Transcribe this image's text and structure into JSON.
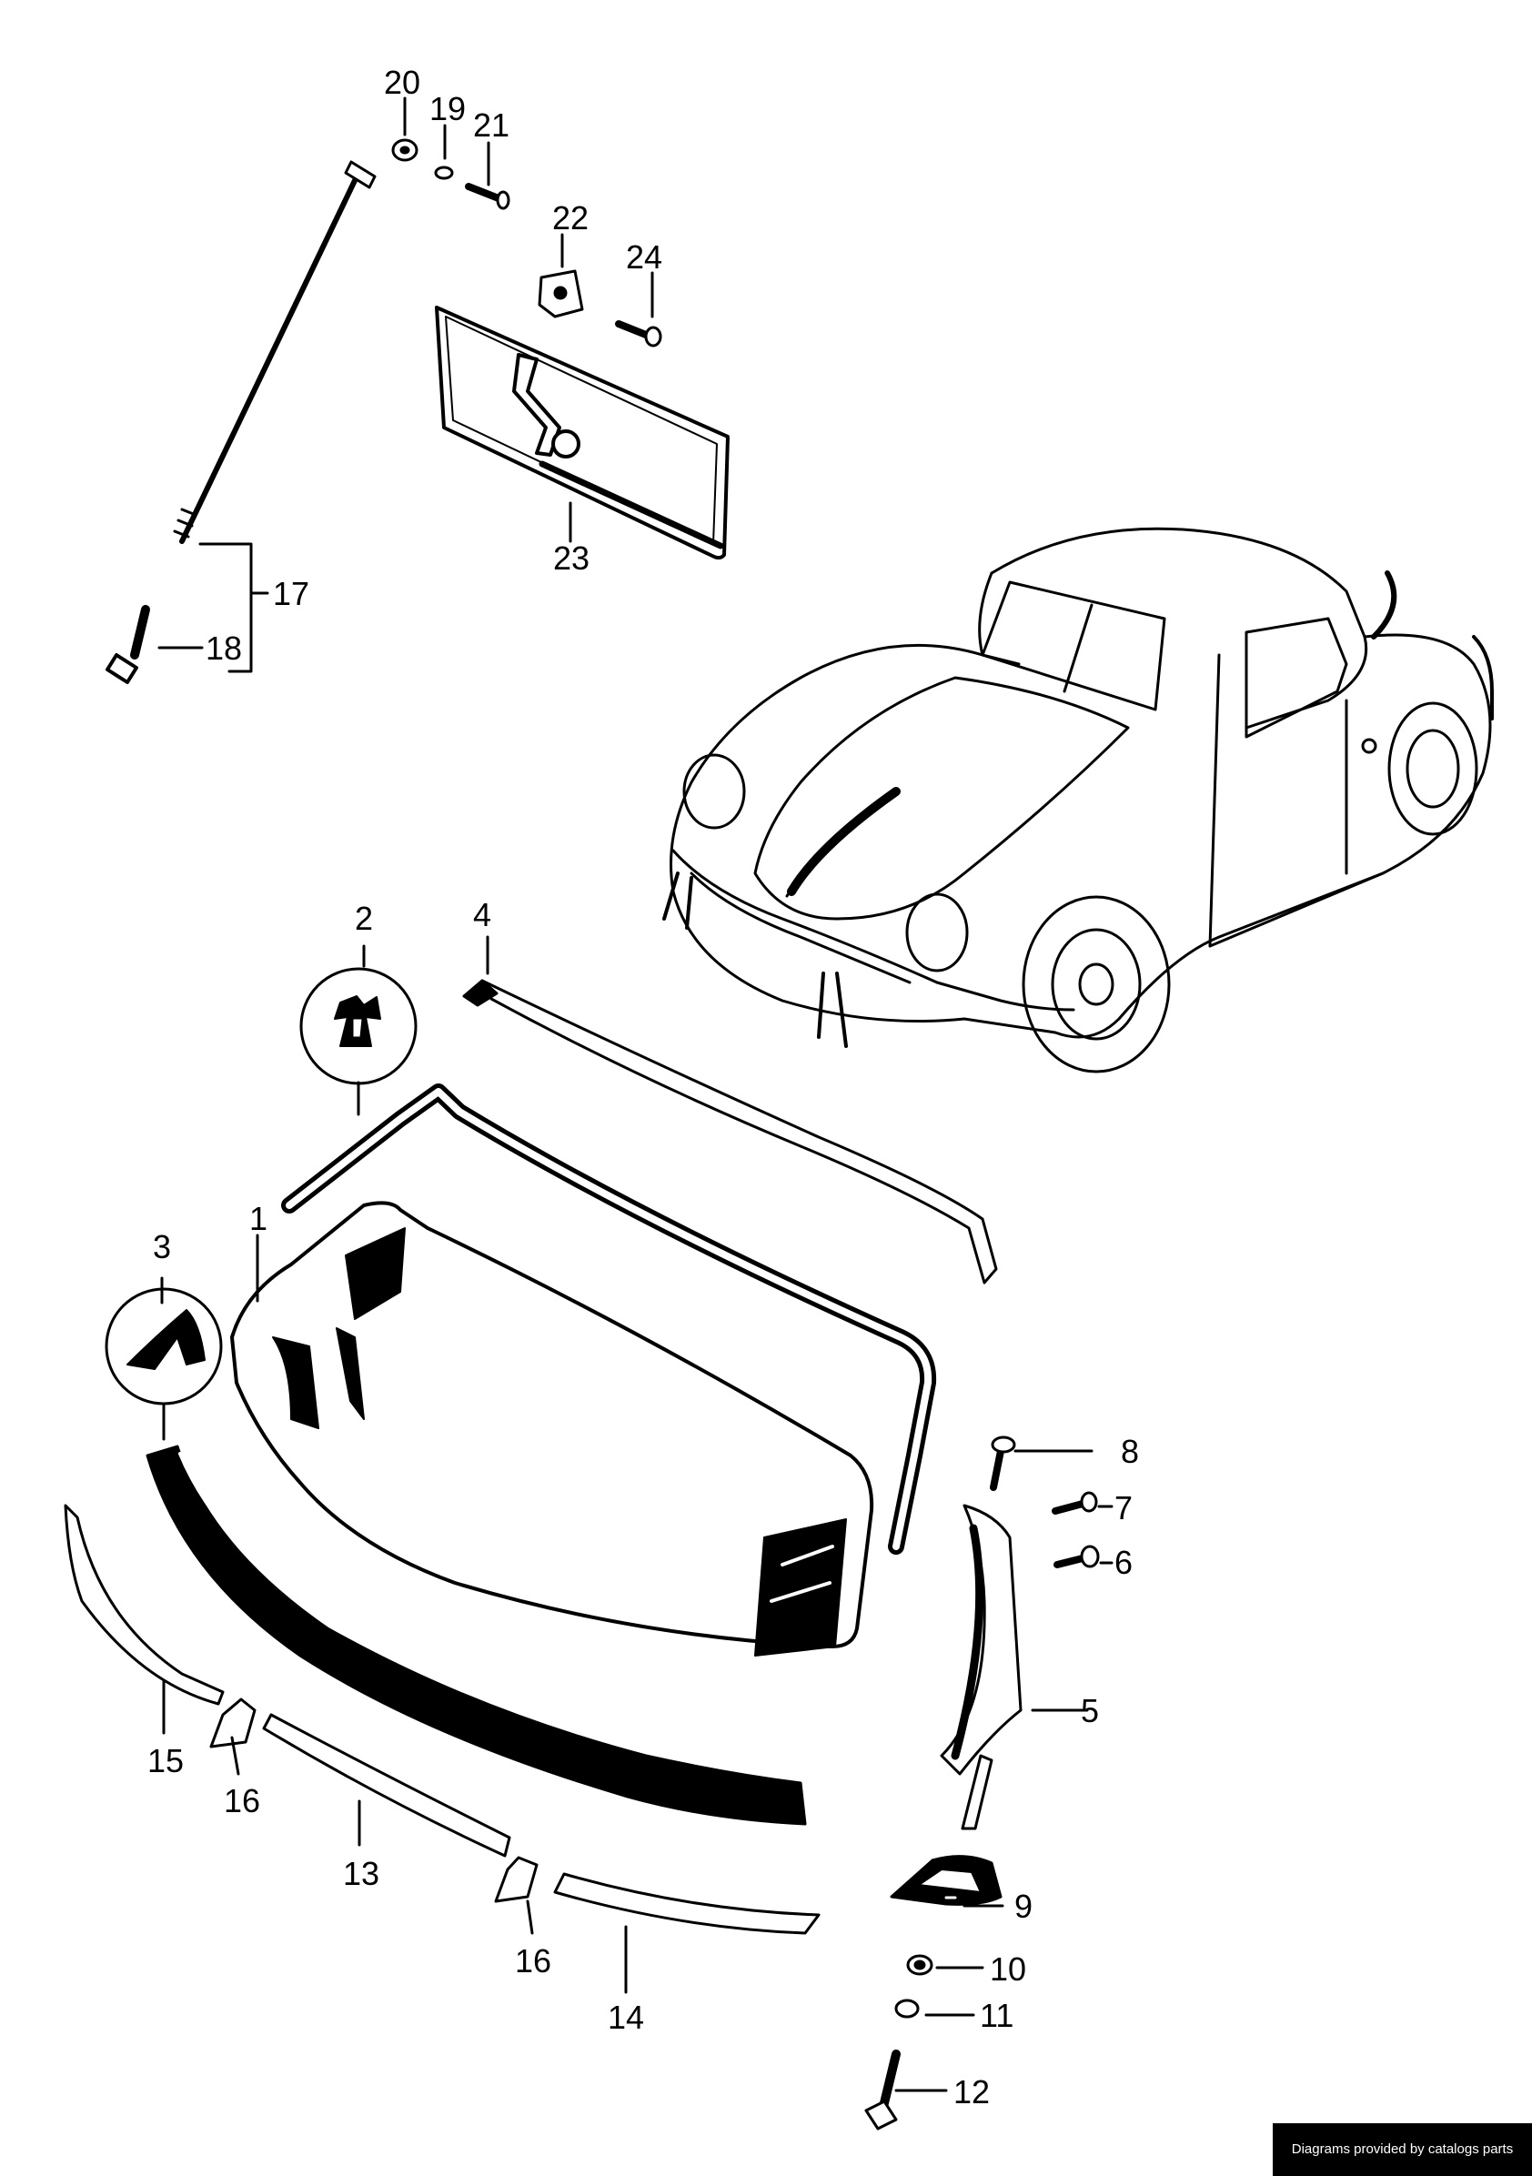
{
  "callouts": {
    "c1": "1",
    "c2": "2",
    "c3": "3",
    "c4": "4",
    "c5": "5",
    "c6": "6",
    "c7": "7",
    "c8": "8",
    "c9": "9",
    "c10": "10",
    "c11": "11",
    "c12": "12",
    "c13": "13",
    "c14": "14",
    "c15": "15",
    "c16a": "16",
    "c16b": "16",
    "c17": "17",
    "c18": "18",
    "c19": "19",
    "c20": "20",
    "c21": "21",
    "c22": "22",
    "c23": "23",
    "c24": "24"
  },
  "footer": "Diagrams provided by catalogs parts"
}
